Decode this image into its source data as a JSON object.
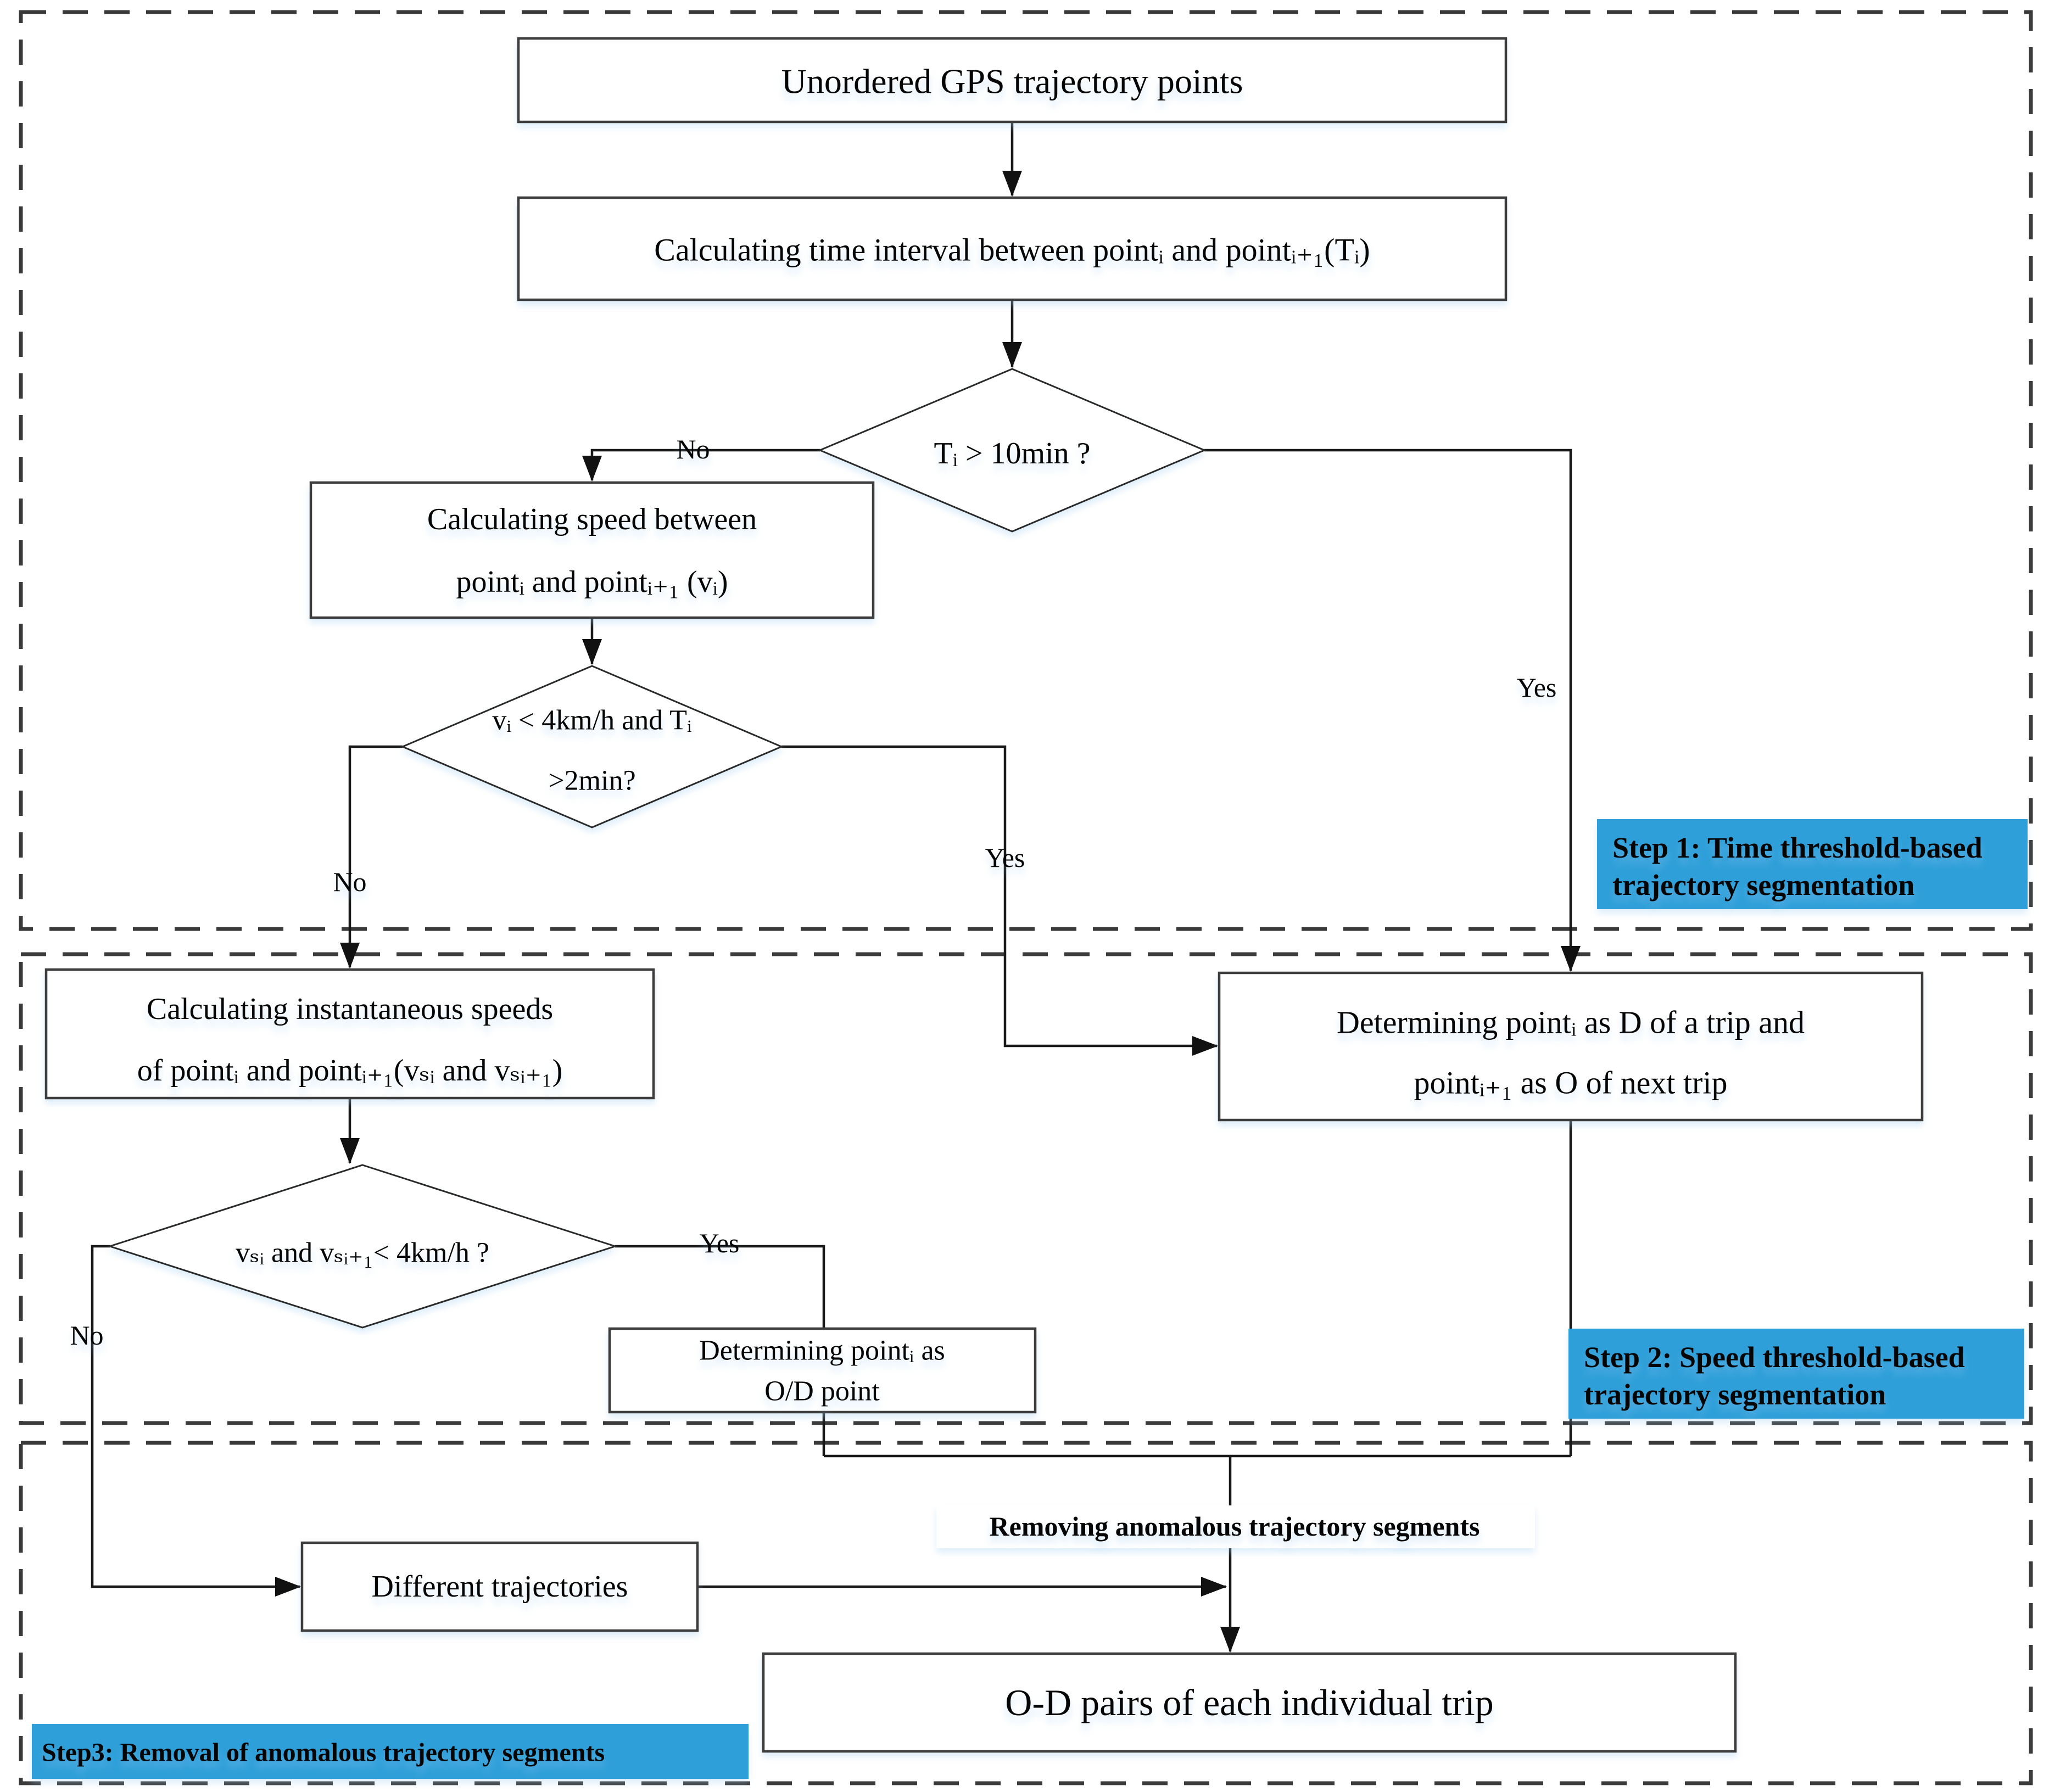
{
  "colors": {
    "accent_blue": "#2E9FD9",
    "line_color": "#191919",
    "box_border": "#3d3d3d",
    "dash_border": "#3a3a3a"
  },
  "nodes": {
    "unordered": {
      "text": "Unordered GPS trajectory points"
    },
    "time_interval": {
      "text": "Calculating time interval between pointᵢ and pointᵢ₊₁(Tᵢ)"
    },
    "decision_time": {
      "text": "Tᵢ > 10min ?"
    },
    "calc_speed": {
      "line1": "Calculating speed between",
      "line2": "pointᵢ and pointᵢ₊₁ (vᵢ)"
    },
    "decision_speed_time": {
      "line1": "vᵢ < 4km/h and Tᵢ",
      "line2": ">2min?"
    },
    "calc_instantaneous": {
      "line1": "Calculating instantaneous speeds",
      "line2": "of pointᵢ and pointᵢ₊₁(vₛᵢ and vₛᵢ₊₁)"
    },
    "determine_d_trip": {
      "line1": "Determining pointᵢ as D of a trip and",
      "line2": "pointᵢ₊₁ as O of next trip"
    },
    "decision_inst_speed": {
      "text": "vₛᵢ and vₛᵢ₊₁< 4km/h ?"
    },
    "od_point": {
      "line1": "Determining pointᵢ as",
      "line2": "O/D point"
    },
    "different_trajectories": {
      "text": "Different trajectories"
    },
    "od_pairs": {
      "text": "O-D pairs of each individual trip"
    }
  },
  "labels": {
    "no1": "No",
    "yes1": "Yes",
    "no2": "No",
    "yes2": "Yes",
    "no3": "No",
    "yes3": "Yes",
    "removing": "Removing anomalous trajectory segments"
  },
  "steps": {
    "step1": {
      "line1": "Step 1: Time threshold-based",
      "line2": "trajectory segmentation"
    },
    "step2": {
      "line1": "Step 2: Speed threshold-based",
      "line2": "trajectory segmentation"
    },
    "step3": {
      "text": "Step3: Removal of anomalous trajectory segments"
    }
  }
}
